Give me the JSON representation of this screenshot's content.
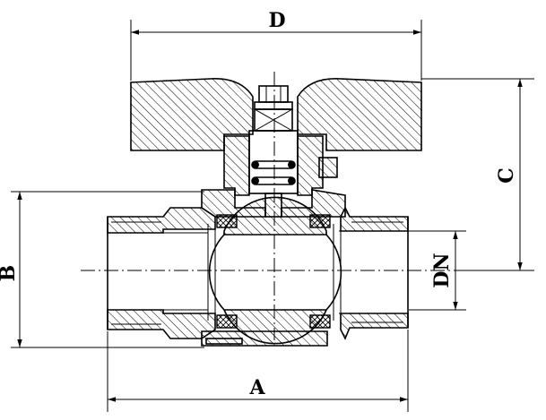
{
  "dimensions": {
    "D": "D",
    "C": "C",
    "B": "B",
    "DN": "DN",
    "A": "A"
  }
}
